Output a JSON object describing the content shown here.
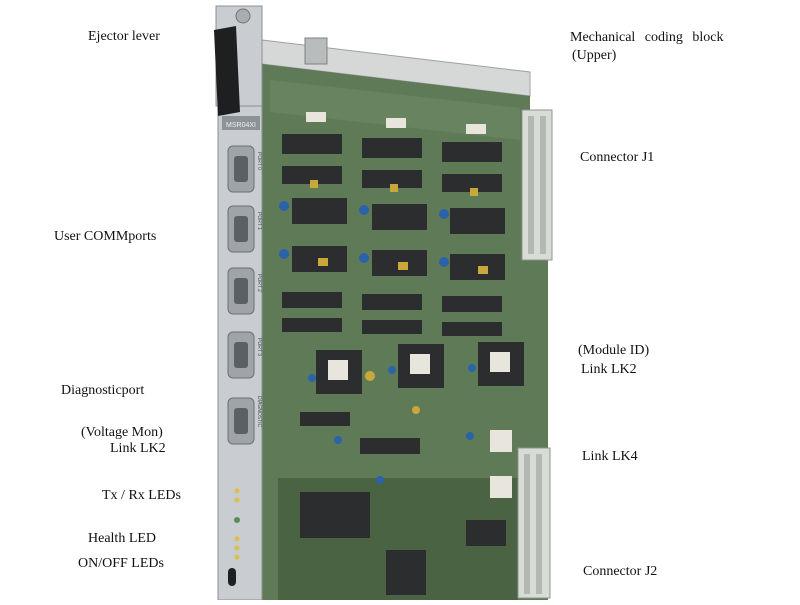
{
  "labels": {
    "ejector_lever": "Ejector lever",
    "coding_block_line1": "Mechanical coding block",
    "coding_block_line2": "(Upper)",
    "connector_j1": "Connector J1",
    "user_commports": "User COMMports",
    "module_id_line1": "(Module ID)",
    "module_id_line2": "Link LK2",
    "diagnostic_port": "Diagnosticport",
    "voltage_mon_line1": "(Voltage Mon)",
    "voltage_mon_line2": "Link LK2",
    "link_lk4": "Link LK4",
    "tx_rx_leds": "Tx / Rx LEDs",
    "health_led": "Health LED",
    "on_off_leds": "ON/OFF LEDs",
    "connector_j2": "Connector J2"
  },
  "panel_text": {
    "model": "MSR04XI",
    "port0": "PORT 0",
    "port1": "PORT 1",
    "port2": "PORT 2",
    "port3": "PORT 3",
    "diagnostic": "DIAGNOSTIC"
  },
  "colors": {
    "pcb": "#5f7a57",
    "pcb_dark": "#4a6343",
    "faceplate": "#c9ccd0",
    "chip": "#2b2d2f",
    "connector": "#d8dcd6"
  }
}
